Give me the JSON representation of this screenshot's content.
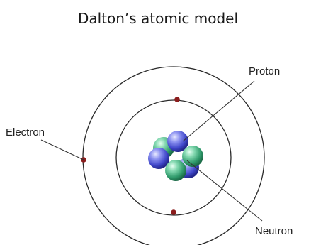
{
  "title": "Dalton’s atomic model",
  "labels": {
    "electron": "Electron",
    "proton": "Proton",
    "neutron": "Neutron"
  },
  "colors": {
    "orbit": "#2a2a2a",
    "electron_dot": "#8b1d1d",
    "proton": "#3f46c9",
    "neutron": "#2f9a6b",
    "leader_line": "#333333"
  }
}
